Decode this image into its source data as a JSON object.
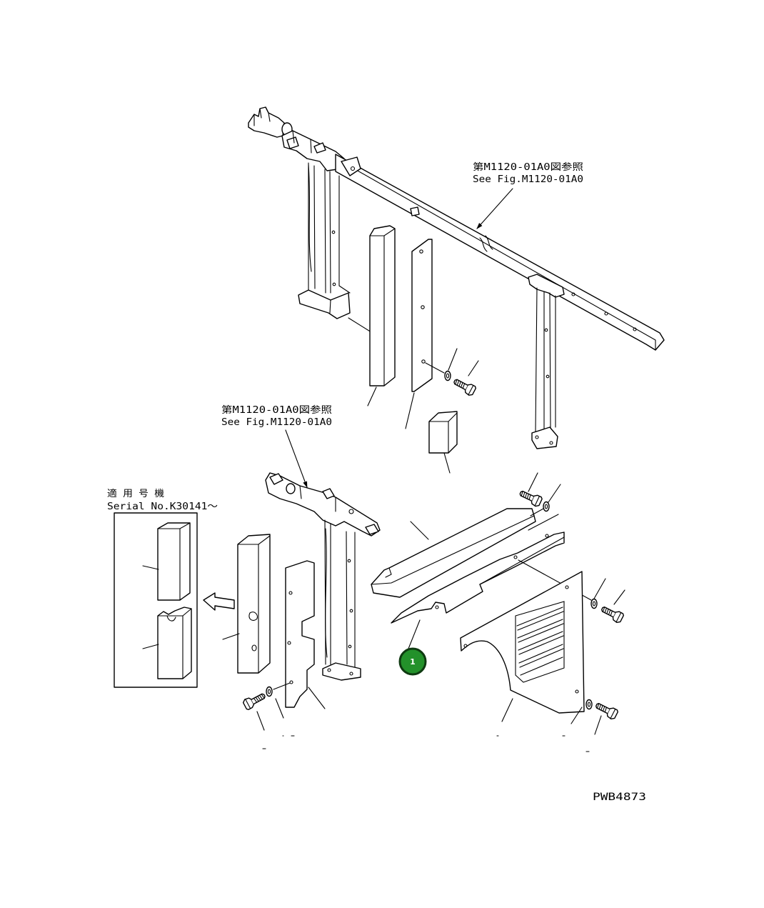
{
  "diagram": {
    "references": [
      {
        "jp": "第M1120-01A0図参照",
        "en": "See Fig.M1120-01A0"
      },
      {
        "jp": "第M1120-01A0図参照",
        "en": "See Fig.M1120-01A0"
      }
    ],
    "serial_note": {
      "jp": "適 用 号 機",
      "en": "Serial No.K30141～"
    },
    "callouts": [
      {
        "label": "1"
      }
    ],
    "drawing_code": "PWB4873"
  },
  "icons": {
    "inset_arrow": "left-arrow-icon"
  },
  "colors": {
    "background": "#ffffff",
    "line": "#000000",
    "callout_fill": "#23912a",
    "callout_border": "#0e3a10",
    "callout_text": "#ffffff"
  }
}
